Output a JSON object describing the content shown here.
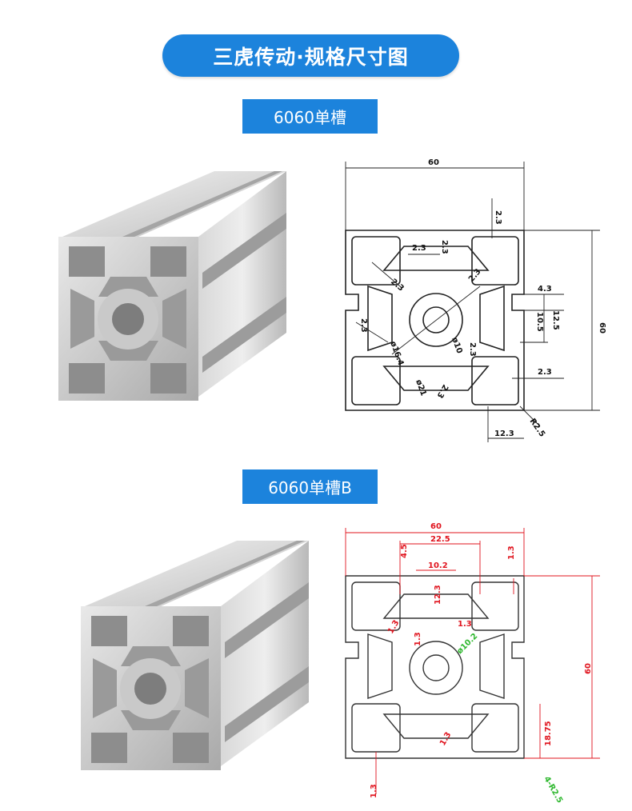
{
  "header": {
    "title": "三虎传动·规格尺寸图"
  },
  "section1": {
    "label": "6060单槽",
    "dims": {
      "width": "60",
      "height": "60",
      "d_2_3_top": "2.3",
      "d_2_3_a": "2.3",
      "d_2_3_b": "2.3",
      "d_2_3_c": "2.3",
      "d_2_3_d": "2.3",
      "d_2_3_e": "2.3",
      "d_2_3_f": "2.3",
      "d_2_3_g": "2.3",
      "d_2_3_right": "2.3",
      "d_4_3": "4.3",
      "d_12_5": "12.5",
      "d_10_5": "10.5",
      "d_phi16_4": "ø16.4",
      "d_phi10": "ø10",
      "d_phi21": "ø21",
      "d_12_3": "12.3",
      "d_r2_5": "R2.5"
    }
  },
  "section2": {
    "label": "6060单槽B",
    "dims": {
      "width": "60",
      "d_22_5": "22.5",
      "d_4_5": "4.5",
      "d_10_2": "10.2",
      "d_12_3": "12.3",
      "d_1_3_top": "1.3",
      "d_1_3_a": "1.3",
      "d_1_3_b": "1.3",
      "d_1_3_c": "1.3",
      "d_1_3_d": "1.3",
      "d_1_3_bottom": "1.3",
      "d_phi10_2": "ø10.2",
      "height": "60",
      "d_18_75": "18.75",
      "d_r2_5": "4-R2.5"
    }
  },
  "colors": {
    "accent": "#1c83dc",
    "dim_red": "#e0141e",
    "dim_green": "#2fb82f"
  }
}
